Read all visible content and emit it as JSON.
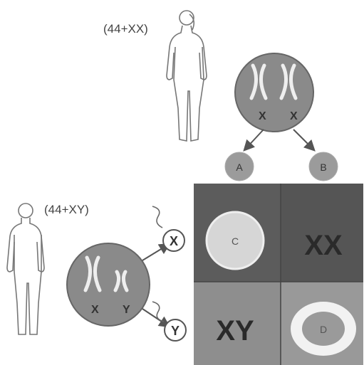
{
  "female": {
    "karyotype": "(44+XX)",
    "chrom_left": "X",
    "chrom_right": "X"
  },
  "female_gametes": {
    "a": "A",
    "b": "B"
  },
  "male": {
    "karyotype": "(44+XY)",
    "chrom_left": "X",
    "chrom_right": "Y"
  },
  "sperm": {
    "x": "X",
    "y": "Y"
  },
  "grid": {
    "c_label": "C",
    "xx": "XX",
    "xy": "XY",
    "d_label": "D"
  },
  "colors": {
    "cell": "#8a8a8a",
    "grid_dark": "#5a5a5a",
    "grid_light": "#9a9a9a",
    "outline": "#555555"
  }
}
